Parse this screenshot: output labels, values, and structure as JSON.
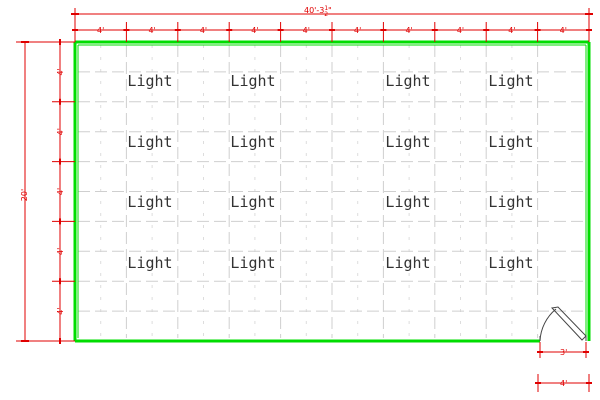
{
  "colors": {
    "wall": "#00dd00",
    "dimension": "#e00000",
    "grid": "#cfcfcf",
    "label": "#333333"
  },
  "dimensions": {
    "overall_width": "40'-3",
    "overall_width_fraction_num": "1",
    "overall_width_fraction_den": "2",
    "overall_width_fraction_tail": "\"",
    "overall_height": "20'",
    "module_label": "4'",
    "door_width": "3'",
    "door_clearance": "4'"
  },
  "lights": {
    "label": "Light",
    "rows": 4,
    "columns": 4
  },
  "icons": {
    "door": "door-swing-icon"
  }
}
